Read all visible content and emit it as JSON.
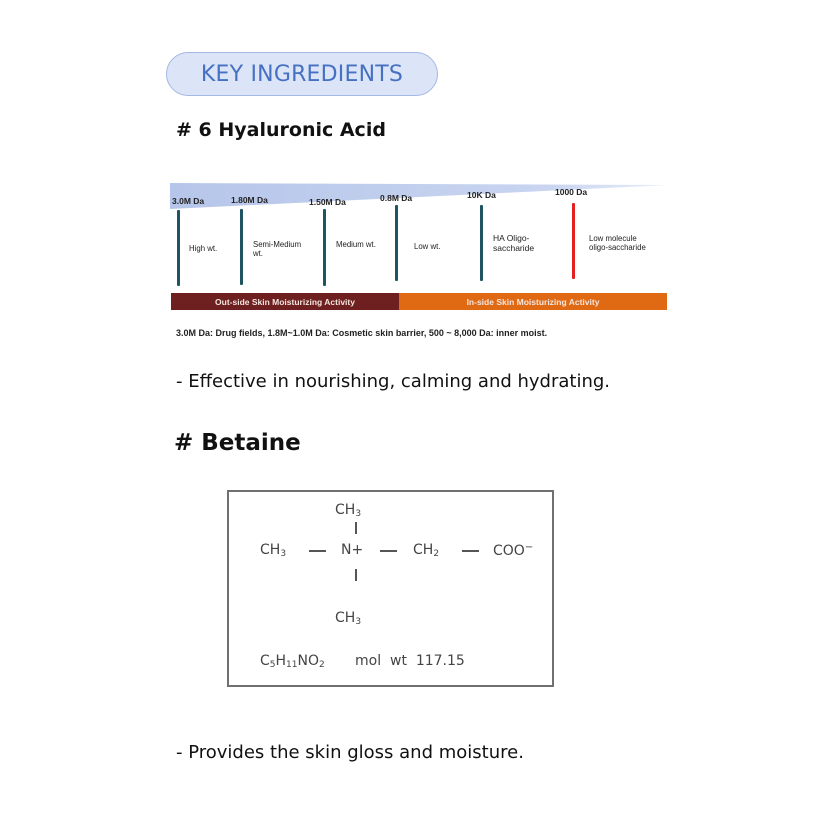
{
  "header": {
    "pill_label": "KEY INGREDIENTS",
    "pill_colors": {
      "fill": "#dce5f7",
      "border": "#a3b8e4",
      "text": "#4670c2"
    }
  },
  "hyaluronic": {
    "title": "# 6 Hyaluronic Acid",
    "diagram": {
      "da_labels": [
        "3.0M Da",
        "1.80M Da",
        "1.50M Da",
        "0.8M Da",
        "10K Da",
        "1000 Da"
      ],
      "categories": [
        {
          "line1": "High wt.",
          "line2": ""
        },
        {
          "line1": "Semi-Medium",
          "line2": "wt."
        },
        {
          "line1": "Medium wt.",
          "line2": ""
        },
        {
          "line1": "Low wt.",
          "line2": ""
        },
        {
          "line1": "HA Oligo-",
          "line2": "saccharide"
        },
        {
          "line1": "Low molecule",
          "line2": "oligo-saccharide"
        }
      ],
      "bands": {
        "outside": "Out-side Skin Moisturizing Activity",
        "inside": "In-side Skin Moisturizing Activity"
      },
      "colors": {
        "bar": "#1f5561",
        "bar_highlight": "#e52020",
        "outside_band": "#6e1f1f",
        "inside_band": "#e06a14",
        "wedge": "#b8c8ea"
      }
    },
    "note": "3.0M Da: Drug fields, 1.8M~1.0M Da: Cosmetic skin barrier, 500 ~ 8,000 Da: inner moist.",
    "benefit": "- Effective in nourishing, calming and hydrating."
  },
  "betaine": {
    "title": "# Betaine",
    "structure": {
      "top_group": "CH",
      "top_sub": "3",
      "left_group": "CH",
      "left_sub": "3",
      "center": "N+",
      "mid_group": "CH",
      "mid_sub": "2",
      "right_group": "COO",
      "right_sup": "−",
      "bottom_group": "CH",
      "bottom_sub": "3"
    },
    "formula": {
      "c": "C",
      "c_sub": "5",
      "h": "H",
      "h_sub": "11",
      "n": "NO",
      "o_sub": "2"
    },
    "mol_wt_label": "mol  wt  117.15",
    "benefit": "- Provides the skin gloss and moisture."
  }
}
